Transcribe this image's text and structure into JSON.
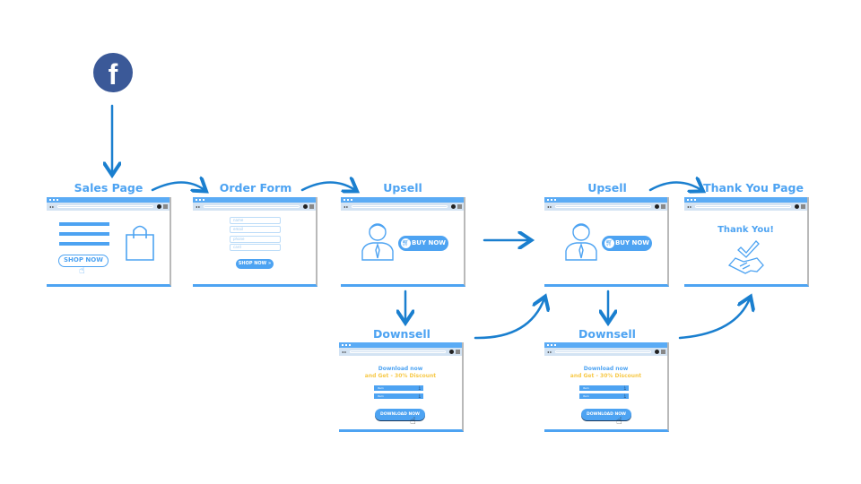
{
  "source_icon": "facebook-icon",
  "colors": {
    "accent": "#4da3f2",
    "arrow": "#1a7fcf",
    "facebook": "#3b5998",
    "discount": "#f7c948"
  },
  "labels": {
    "sales_page": "Sales Page",
    "order_form": "Order Form",
    "upsell_1": "Upsell",
    "downsell_1": "Downsell",
    "upsell_2": "Upsell",
    "downsell_2": "Downsell",
    "thank_you_page": "Thank You Page"
  },
  "sales": {
    "button": "SHOP NOW"
  },
  "order": {
    "fields": [
      "name",
      "email",
      "phone",
      "card"
    ],
    "button": "SHOP NOW"
  },
  "upsell": {
    "button": "BUY NOW"
  },
  "downsell": {
    "line1": "Download now",
    "line2": "and Get - 30% Discount",
    "items": [
      "Item",
      "Item"
    ],
    "button": "DOWNLOAD NOW"
  },
  "thankyou": {
    "heading": "Thank You!"
  }
}
